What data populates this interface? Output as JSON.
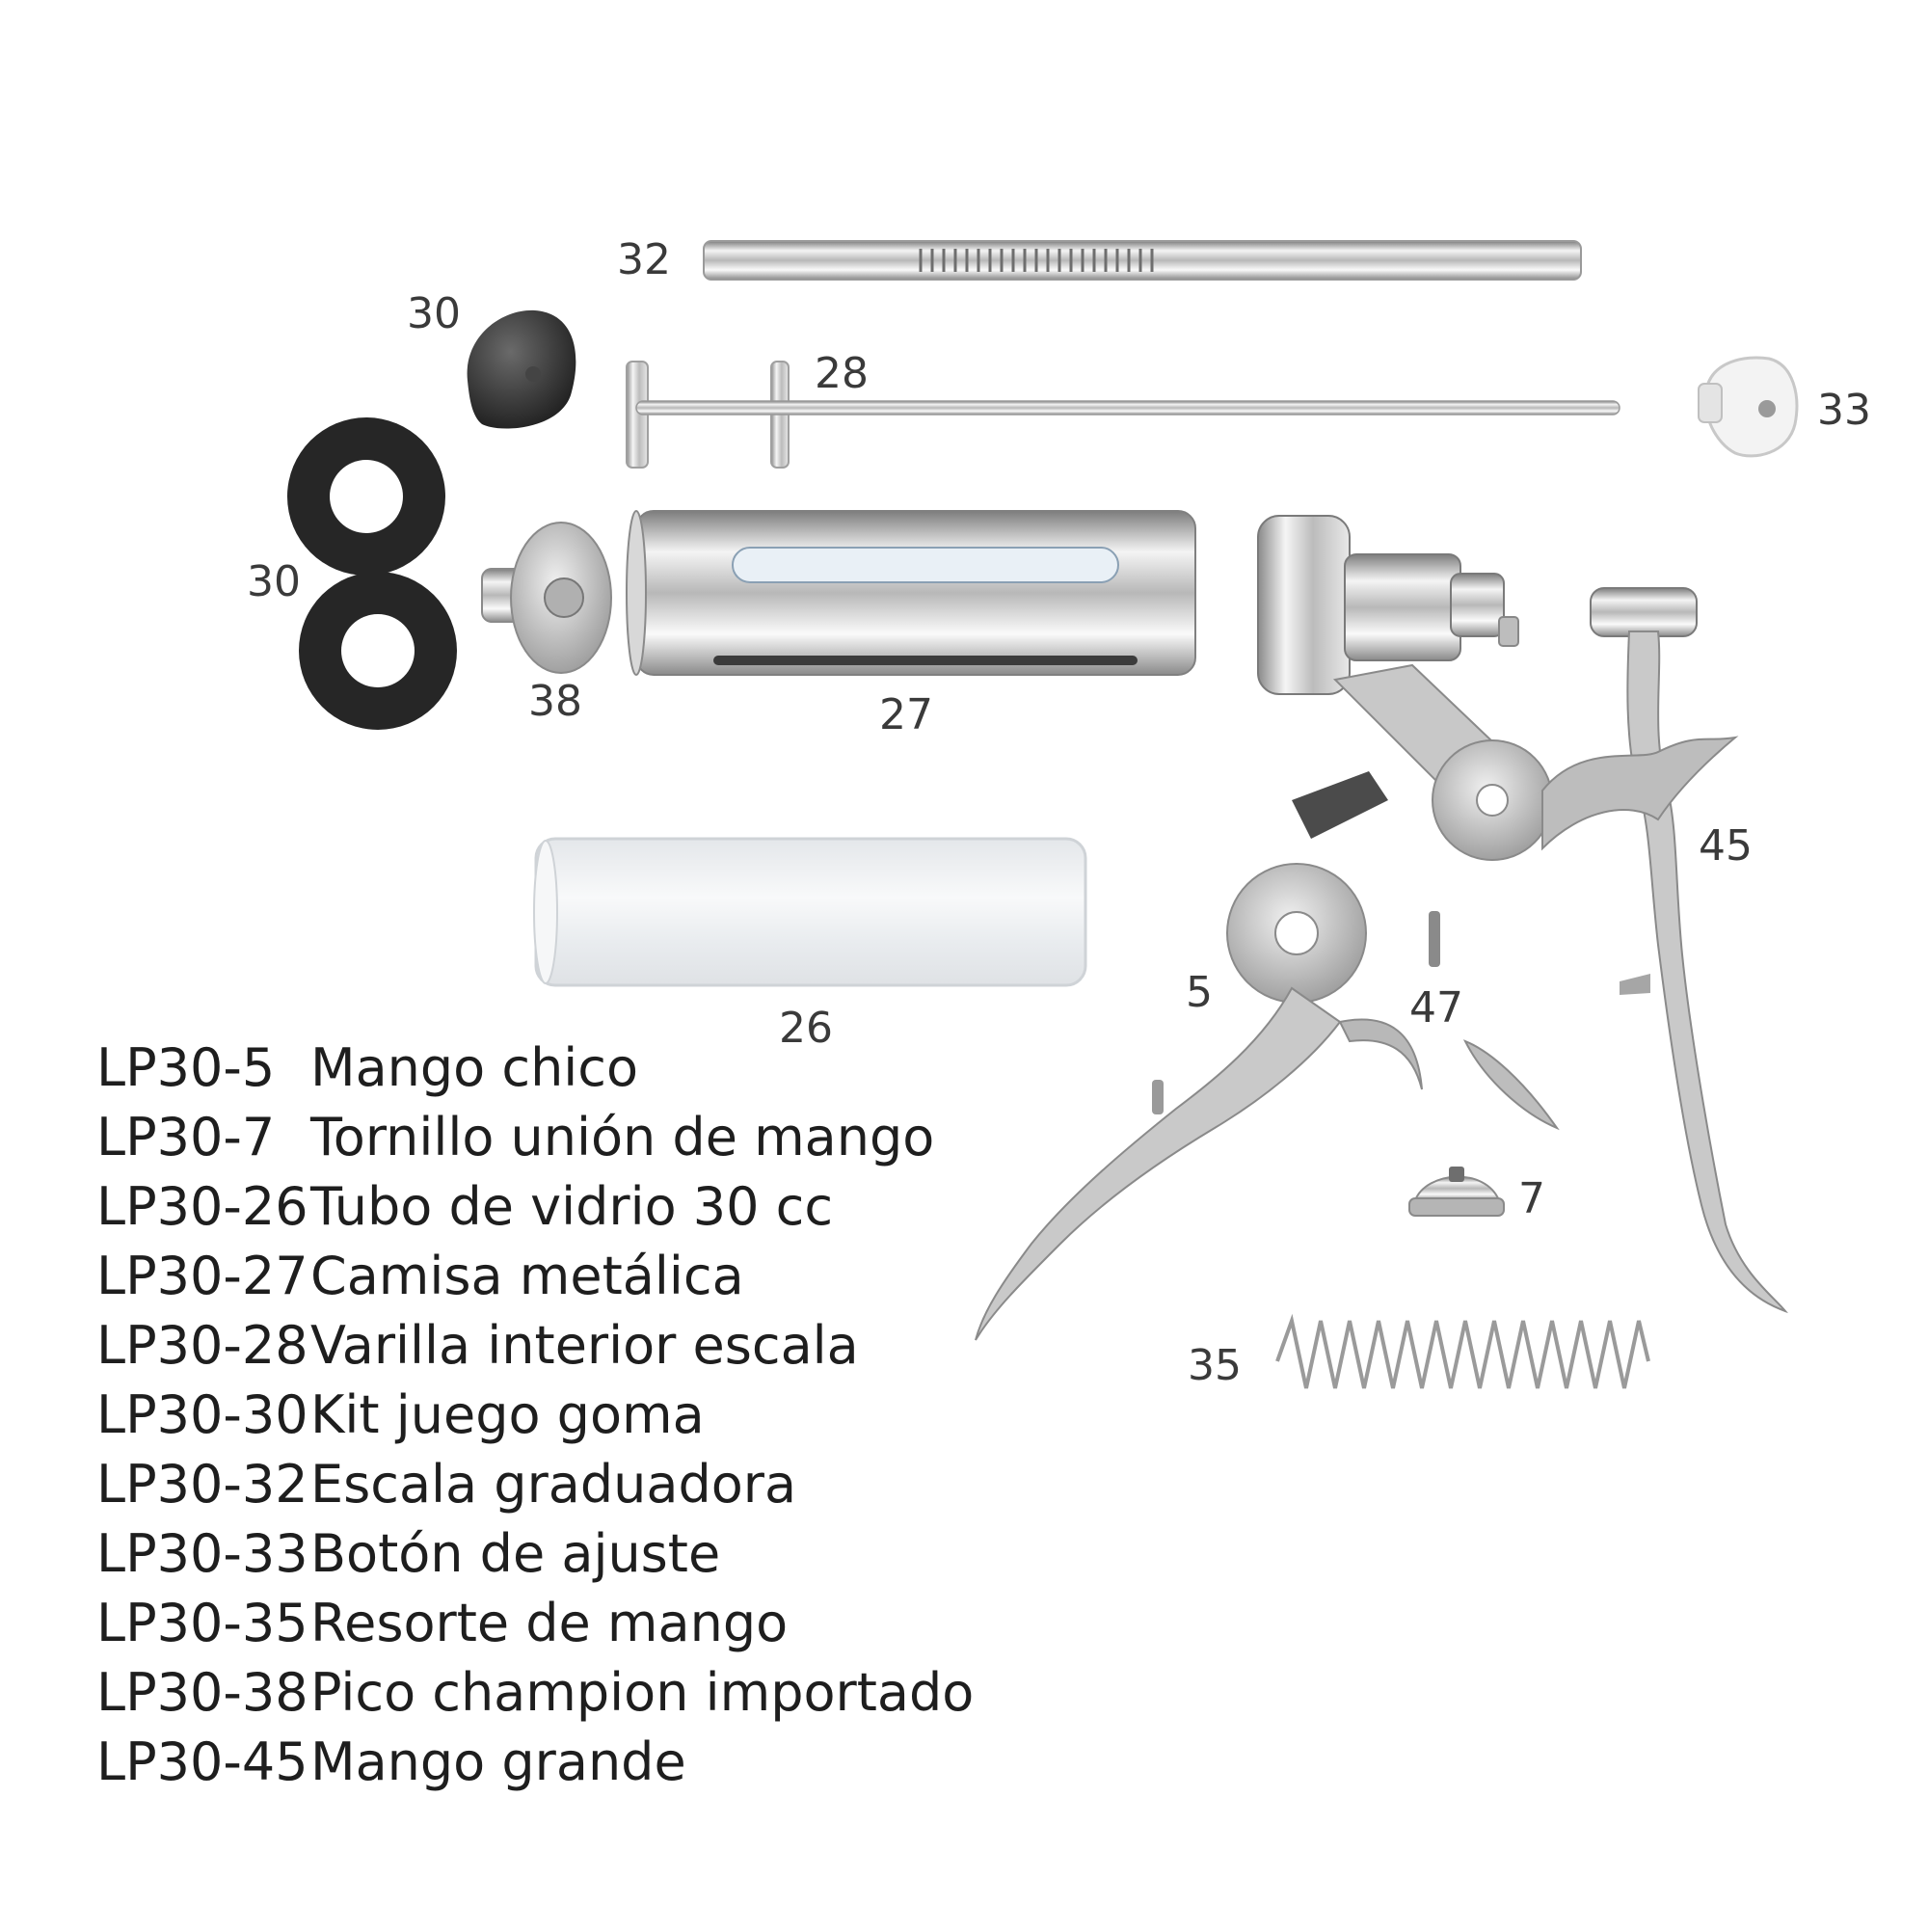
{
  "colors": {
    "chrome_light": "#f2f2f2",
    "chrome_mid": "#c9c9c9",
    "chrome_dark": "#7d7d7d",
    "rubber": "#2b2b2b",
    "glass": "#eef0f2",
    "text": "#1e1e1e"
  },
  "callouts": {
    "p32": "32",
    "p30_top": "30",
    "p28": "28",
    "p33": "33",
    "p30_left": "30",
    "p38": "38",
    "p27": "27",
    "p45": "45",
    "p5": "5",
    "p47": "47",
    "p26": "26",
    "p7": "7",
    "p35": "35"
  },
  "parts_list": [
    {
      "code": "LP30-5",
      "name": "Mango chico"
    },
    {
      "code": "LP30-7",
      "name": "Tornillo unión de mango"
    },
    {
      "code": "LP30-26",
      "name": "Tubo de vidrio 30 cc"
    },
    {
      "code": "LP30-27",
      "name": "Camisa metálica"
    },
    {
      "code": "LP30-28",
      "name": "Varilla interior escala"
    },
    {
      "code": "LP30-30",
      "name": "Kit juego goma"
    },
    {
      "code": "LP30-32",
      "name": "Escala graduadora"
    },
    {
      "code": "LP30-33",
      "name": "Botón de ajuste"
    },
    {
      "code": "LP30-35",
      "name": "Resorte de mango"
    },
    {
      "code": "LP30-38",
      "name": "Pico champion importado"
    },
    {
      "code": "LP30-45",
      "name": "Mango grande"
    }
  ]
}
